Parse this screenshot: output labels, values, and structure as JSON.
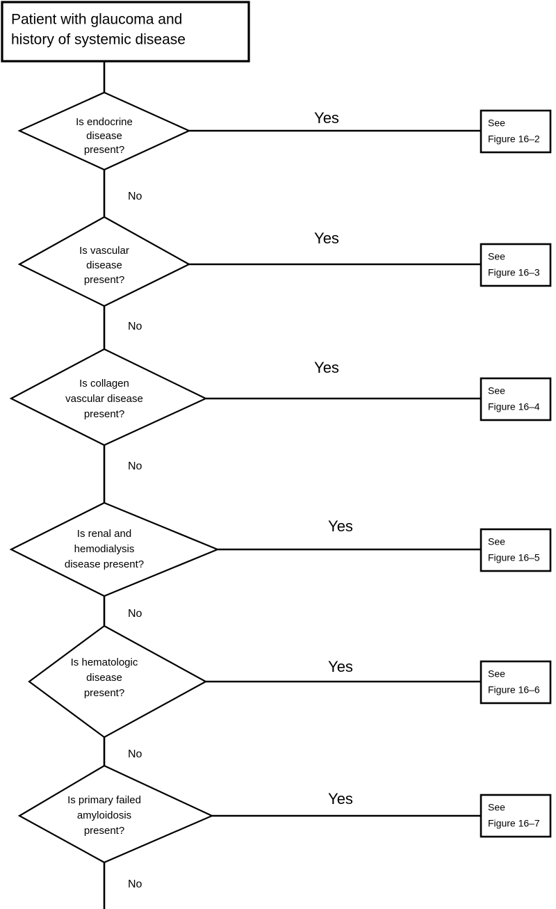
{
  "diagram": {
    "type": "clinical-decision-flowchart",
    "title_box": {
      "lines": [
        "Patient with glaucoma and",
        "history of systemic disease"
      ]
    },
    "yes_label": "Yes",
    "no_label": "No",
    "steps": [
      {
        "id": "endocrine",
        "question_lines": [
          "Is endocrine",
          "disease",
          "present?"
        ],
        "yes_label": "Yes",
        "no_label": "No",
        "reference": {
          "line1": "See",
          "line2": "Figure 16–2"
        }
      },
      {
        "id": "vascular",
        "question_lines": [
          "Is vascular",
          "disease",
          "present?"
        ],
        "yes_label": "Yes",
        "no_label": "No",
        "reference": {
          "line1": "See",
          "line2": "Figure 16–3"
        }
      },
      {
        "id": "collagen-vascular",
        "question_lines": [
          "Is collagen",
          "vascular disease",
          "present?"
        ],
        "yes_label": "Yes",
        "no_label": "No",
        "reference": {
          "line1": "See",
          "line2": "Figure 16–4"
        }
      },
      {
        "id": "renal-hemodialysis",
        "question_lines": [
          "Is renal and",
          "hemodialysis",
          "disease present?"
        ],
        "yes_label": "Yes",
        "no_label": "No",
        "reference": {
          "line1": "See",
          "line2": "Figure 16–5"
        }
      },
      {
        "id": "hematologic",
        "question_lines": [
          "Is hematologic",
          "disease",
          "present?"
        ],
        "yes_label": "Yes",
        "no_label": "No",
        "reference": {
          "line1": "See",
          "line2": "Figure 16–6"
        }
      },
      {
        "id": "primary-failed-amyloidosis",
        "question_lines": [
          "Is primary failed",
          "amyloidosis",
          "present?"
        ],
        "yes_label": "Yes",
        "no_label": "No",
        "reference": {
          "line1": "See",
          "line2": "Figure 16–7"
        }
      }
    ],
    "colors": {
      "stroke": "#000000",
      "fill": "#ffffff",
      "text": "#000000"
    }
  }
}
